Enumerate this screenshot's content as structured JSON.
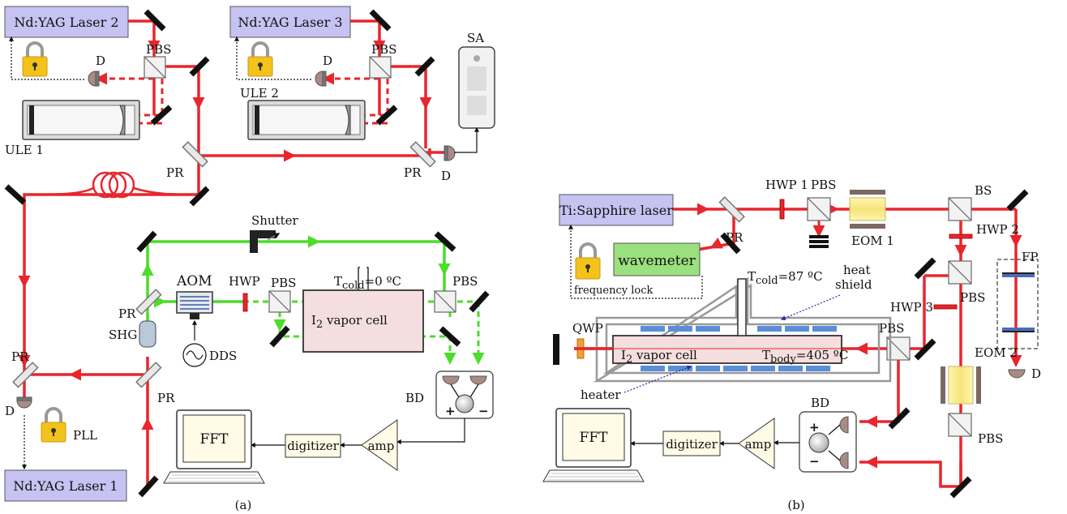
{
  "panel_a": {
    "caption": "(a)",
    "lasers": {
      "laser1": "Nd:YAG Laser 1",
      "laser2": "Nd:YAG Laser 2",
      "laser3": "Nd:YAG Laser 3"
    },
    "labels": {
      "pbs_1": "PBS",
      "pbs_2": "PBS",
      "pbs_3": "PBS",
      "pbs_4": "PBS",
      "d_1": "D",
      "d_2": "D",
      "d_3": "D",
      "d_4": "D",
      "sa": "SA",
      "ule1": "ULE 1",
      "ule2": "ULE 2",
      "pr_1": "PR",
      "pr_2": "PR",
      "pr_3": "PR",
      "pr_4": "PR",
      "pr_5": "PR",
      "shutter": "Shutter",
      "aom": "AOM",
      "hwp": "HWP",
      "t_cold_main": "T",
      "t_cold_sub": "cold",
      "t_cold_value": "=0 ºC",
      "cell_main": "I",
      "cell_sub": "2",
      "cell_rest": " vapor cell",
      "shg": "SHG",
      "dds": "DDS",
      "bd": "BD",
      "pll": "PLL",
      "fft": "FFT",
      "digitizer": "digitizer",
      "amp": "amp"
    }
  },
  "panel_b": {
    "caption": "(b)",
    "laser": "Ti:Sapphire laser",
    "wavemeter": "wavemeter",
    "frequency_lock": "frequency lock",
    "labels": {
      "hwp1": "HWP 1",
      "hwp2": "HWP 2",
      "hwp3": "HWP 3",
      "pbs_1": "PBS",
      "pbs_2": "PBS",
      "pbs_3": "PBS",
      "pbs_4": "PBS",
      "pr": "PR",
      "eom1": "EOM 1",
      "eom2": "EOM 2",
      "bs": "BS",
      "fp": "FP",
      "d": "D",
      "qwp": "QWP",
      "t_cold_main": "T",
      "t_cold_sub": "cold",
      "t_cold_value": "=87 ºC",
      "heat": "heat",
      "shield": "shield",
      "cell_main": "I",
      "cell_sub": "2",
      "cell_rest": " vapor cell",
      "t_body_main": "T",
      "t_body_sub": "body",
      "t_body_value": "=405 ºC",
      "heater": "heater",
      "bd": "BD",
      "fft": "FFT",
      "digitizer": "digitizer",
      "amp": "amp"
    }
  },
  "colors": {
    "red_beam": "#e8262c",
    "green_beam": "#4ddc2a",
    "laser_box": "#c6c3f2",
    "wavemeter_box": "#9be07f",
    "lock_yellow": "#f3c21b",
    "detector": "#a98b86",
    "heater_blue": "#5b8ed8"
  }
}
